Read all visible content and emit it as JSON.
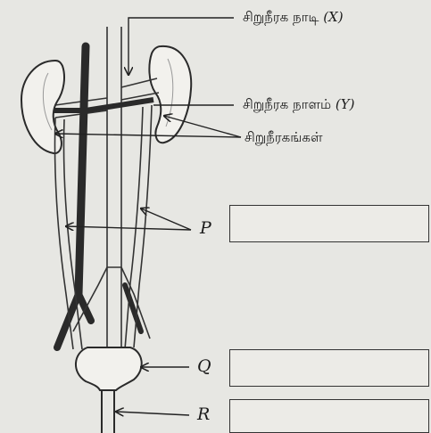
{
  "labels": {
    "renal_artery": "சிறுநீரக நாடி",
    "renal_artery_var": "(X)",
    "renal_vein": "சிறுநீரக நாளம்",
    "renal_vein_var": "(Y)",
    "kidneys": "சிறுநீரகங்கள்"
  },
  "letters": {
    "p": "P",
    "q": "Q",
    "r": "R"
  },
  "answers": {
    "p": "",
    "q": "",
    "r": ""
  }
}
